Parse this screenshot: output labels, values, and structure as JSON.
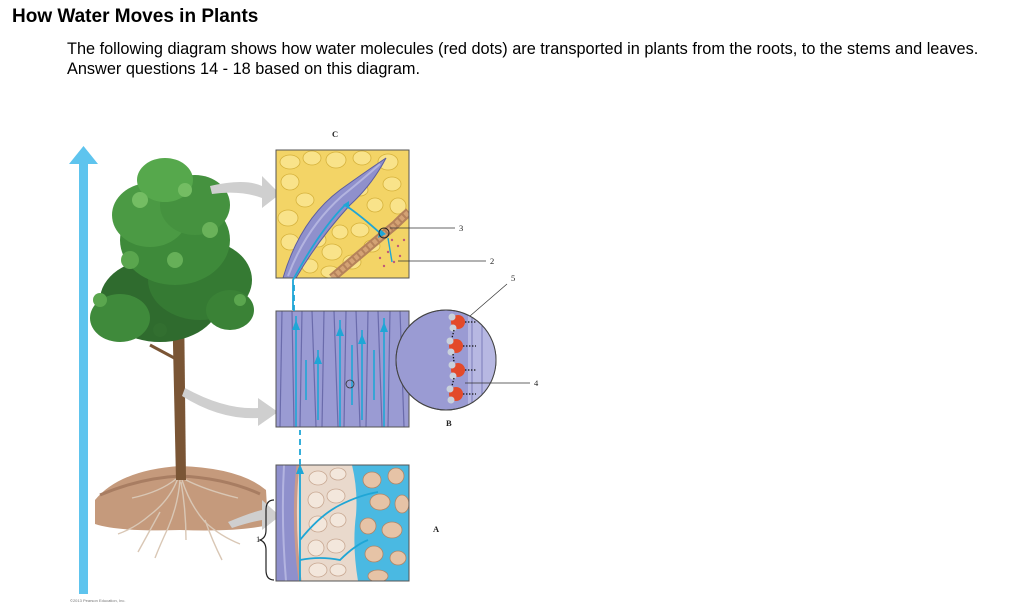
{
  "heading": "How Water Moves in Plants",
  "intro": "The following diagram shows how water molecules (red dots) are transported in plants from the roots, to the stems and leaves.  Answer questions 14 - 18 based on this diagram.",
  "diagram": {
    "panel_labels": {
      "top": "C",
      "middle": "B",
      "bottom": "A"
    },
    "callouts": {
      "c1": "1",
      "c2": "2",
      "c3": "3",
      "c4": "4",
      "c5": "5"
    },
    "copyright": "©2013 Pearson Education, Inc.",
    "colors": {
      "arrow": "#5ec4ee",
      "water": "#1fa6d6",
      "xylem": "#8f90cc",
      "leaf_cell": "#f4d466",
      "soil": "#cfa78a",
      "molecule": "#e34a2a"
    }
  }
}
